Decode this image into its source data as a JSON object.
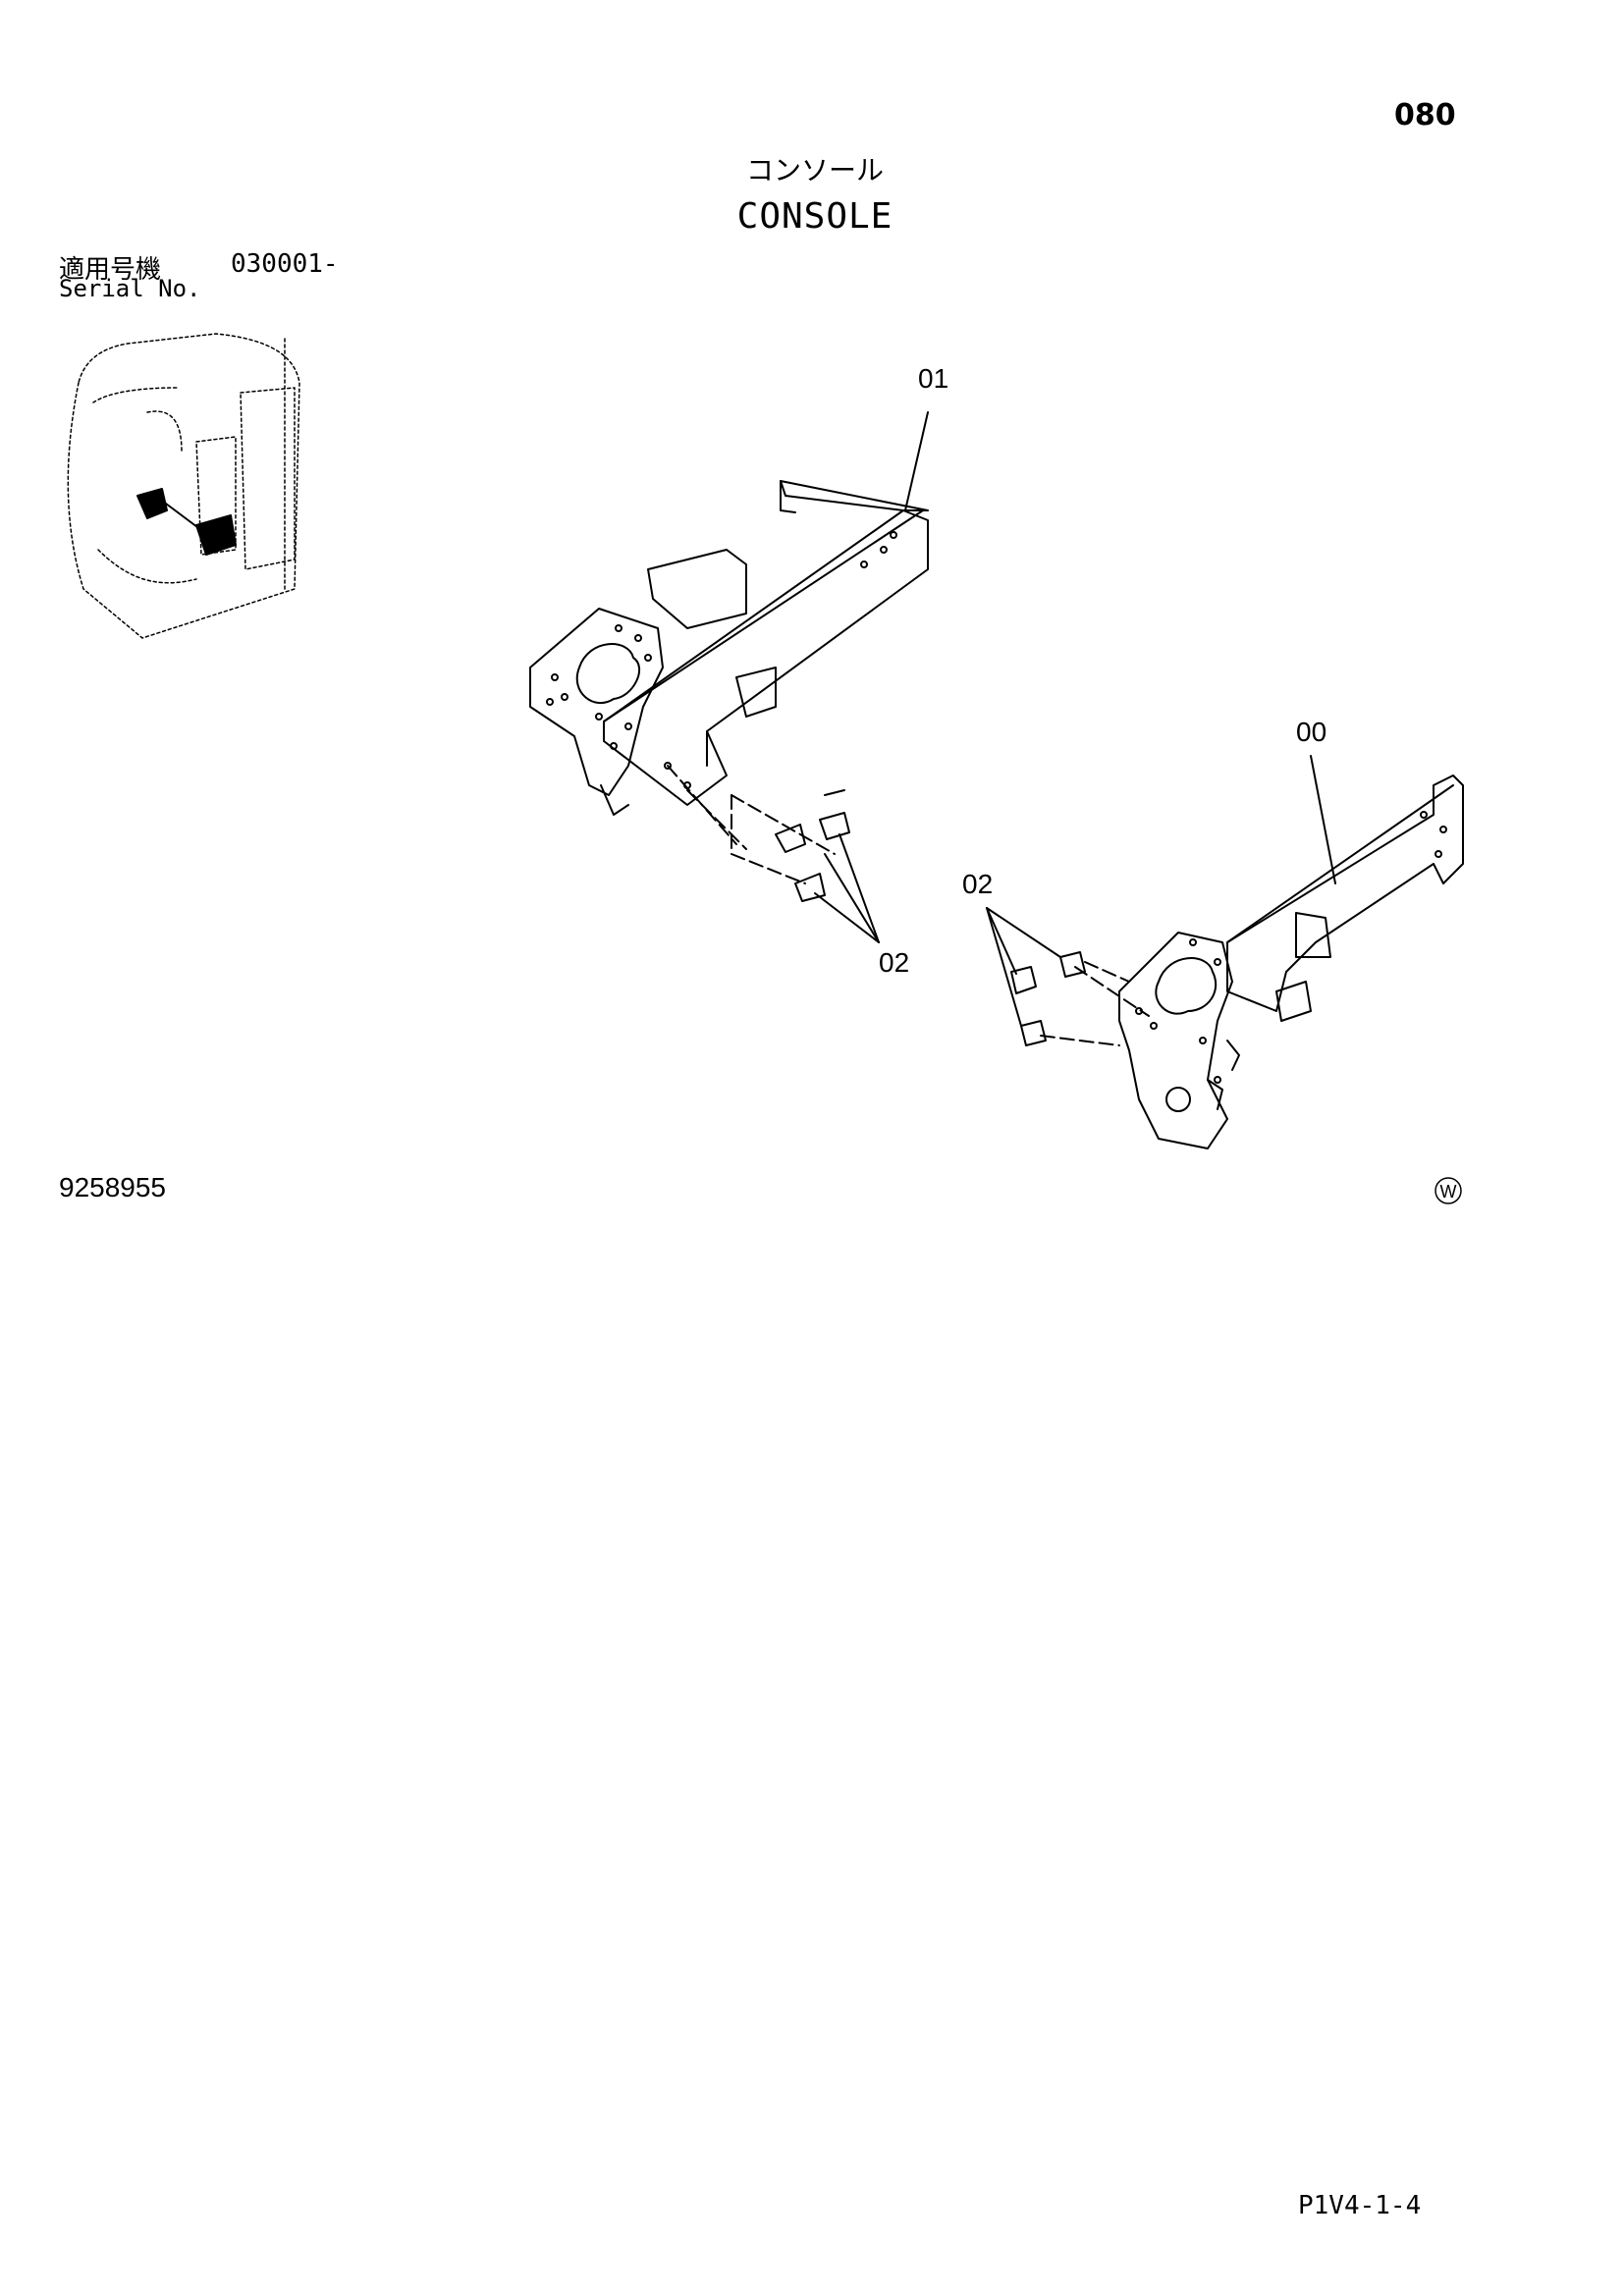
{
  "header": {
    "page_number": "080",
    "title_japanese": "コンソール",
    "title_english": "CONSOLE"
  },
  "applicability": {
    "label_japanese": "適用号機",
    "serial_number": "030001-",
    "label_english": "Serial No."
  },
  "diagram": {
    "callouts": [
      "01",
      "00",
      "02",
      "02"
    ],
    "w_mark": "W"
  },
  "footer": {
    "drawing_number": "9258955",
    "page_code": "P1V4-1-4"
  }
}
